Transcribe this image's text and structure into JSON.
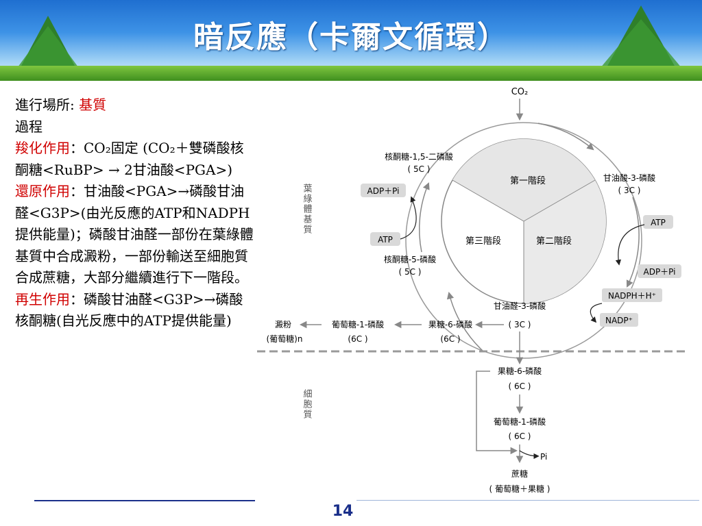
{
  "title": "暗反應（卡爾文循環）",
  "page_number": "14",
  "left": {
    "location_label": "進行場所:",
    "location_value": "基質",
    "process_label": "過程",
    "carboxylation_term": "羧化作用",
    "carboxylation_text": "：CO₂固定 (CO₂＋雙磷酸核酮糖<RuBP> → 2甘油酸<PGA>)",
    "reduction_term": "還原作用",
    "reduction_text": "：甘油酸<PGA>→磷酸甘油醛<G3P>(由光反應的ATP和NADPH提供能量)；磷酸甘油醛一部份在葉綠體基質中合成澱粉，一部份輸送至細胞質合成蔗糖，大部分繼續進行下一階段。",
    "regeneration_term": "再生作用",
    "regeneration_text": "：磷酸甘油醛<G3P>→磷酸核酮糖(自光反應中的ATP提供能量)"
  },
  "diagram": {
    "co2": "CO₂",
    "stage1": "第一階段",
    "stage2": "第二階段",
    "stage3": "第三階段",
    "rubp": "核酮糖-1,5-二磷酸",
    "rubp_c": "( 5C )",
    "pga": "甘油酸-3-磷酸",
    "pga_c": "( 3C )",
    "atp_right": "ATP",
    "adp_pi_right": "ADP＋Pi",
    "nadph": "NADPH＋H⁺",
    "nadp": "NADP⁺",
    "g3p": "甘油醛-3-磷酸",
    "g3p_c": "( 3C )",
    "ru5p": "核酮糖-5-磷酸",
    "ru5p_c": "( 5C )",
    "atp_left": "ATP",
    "adp_pi_left": "ADP＋Pi",
    "f6p_top": "果糖-6-磷酸",
    "f6p_top_c": "(6C )",
    "g1p_top": "葡萄糖-1-磷酸",
    "g1p_top_c": "(6C )",
    "starch": "澱粉",
    "starch_sub": "(葡萄糖)n",
    "stroma_label": "葉綠體基質",
    "cytoplasm_label": "細胞質",
    "f6p_bottom": "果糖-6-磷酸",
    "f6p_bottom_c": "( 6C )",
    "g1p_bottom": "葡萄糖-1-磷酸",
    "g1p_bottom_c": "( 6C )",
    "pi": "Pi",
    "sucrose": "蔗糖",
    "sucrose_sub": "( 葡萄糖＋果糖 )"
  },
  "colors": {
    "red": "#d00000",
    "arrow_gray": "#888888",
    "title_white": "#ffffff"
  }
}
